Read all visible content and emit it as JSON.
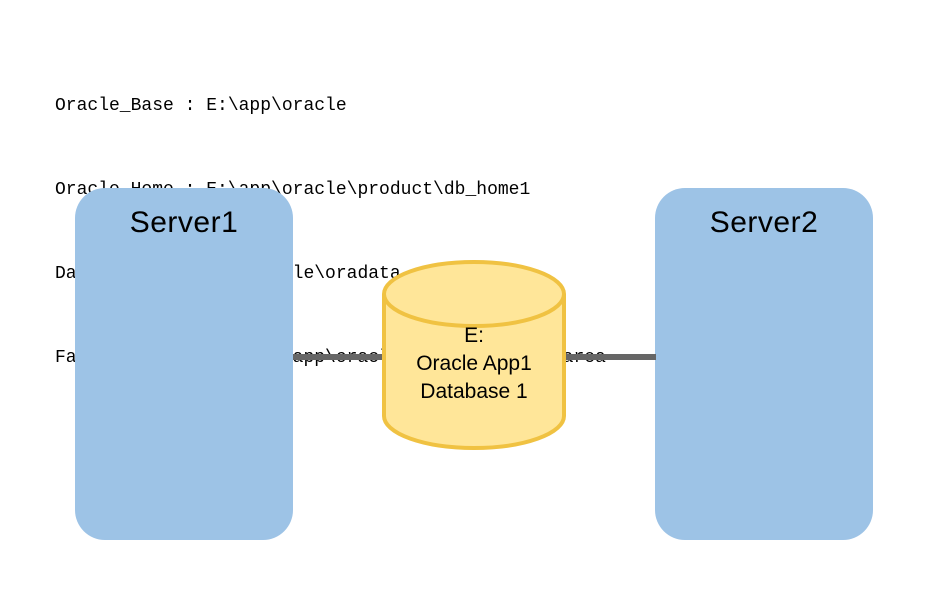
{
  "page": {
    "background_color": "#ffffff",
    "text_color": "#000000"
  },
  "config_text": {
    "lines": [
      "Oracle_Base : E:\\app\\oracle",
      "Oracle_Home : E:\\app\\oracle\\product\\db_home1",
      "Database : E:\\app\\oracle\\oradata",
      "FastRecoveryArea : E:\\app\\oracle\\fast_recovery_area"
    ]
  },
  "diagram": {
    "server1": {
      "label": "Server1",
      "fill": "#9DC3E6"
    },
    "server2": {
      "label": "Server2",
      "fill": "#9DC3E6"
    },
    "database": {
      "lines": [
        "E:",
        "Oracle App1",
        "Database 1"
      ],
      "fill": "#FFE699",
      "stroke": "#F0C242"
    },
    "connector_color": "#666666"
  }
}
